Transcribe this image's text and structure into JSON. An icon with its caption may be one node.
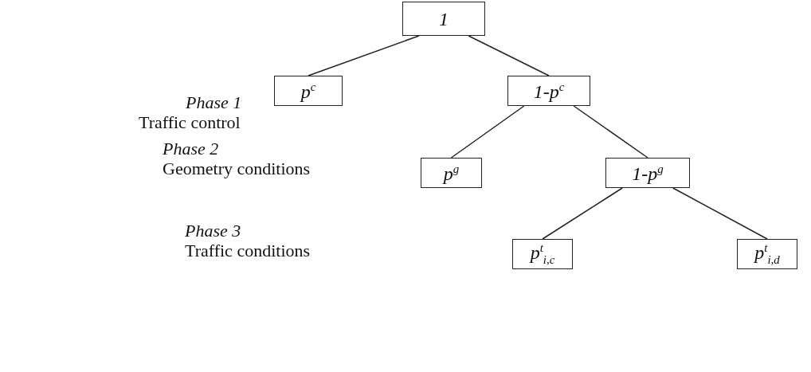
{
  "diagram": {
    "nodes": [
      {
        "text": [
          "1"
        ]
      },
      {
        "text": [
          "p$^{c}$"
        ]
      },
      {
        "text": [
          "1-p$^{c}$"
        ]
      },
      {
        "text": [
          "p$^{g}$"
        ]
      },
      {
        "text": [
          "1-p$^{g}$"
        ]
      },
      {
        "text": [
          "p$^{t}$$_{i,c}$"
        ]
      },
      {
        "text": [
          "p$^{t}$$_{i,d}$"
        ]
      }
    ],
    "edges": [
      {
        "from": 0,
        "to": 1,
        "arrow": "none"
      },
      {
        "from": 0,
        "to": 2,
        "arrow": "none"
      },
      {
        "from": 2,
        "to": 3,
        "arrow": "none"
      },
      {
        "from": 2,
        "to": 4,
        "arrow": "none"
      },
      {
        "from": 4,
        "to": 5,
        "arrow": "none"
      },
      {
        "from": 4,
        "to": 6,
        "arrow": "none"
      }
    ],
    "labels": [
      "Phase 1",
      "Traffic control",
      "Phase 2",
      "Geometry conditions",
      "Phase 3",
      "Traffic conditions"
    ]
  }
}
